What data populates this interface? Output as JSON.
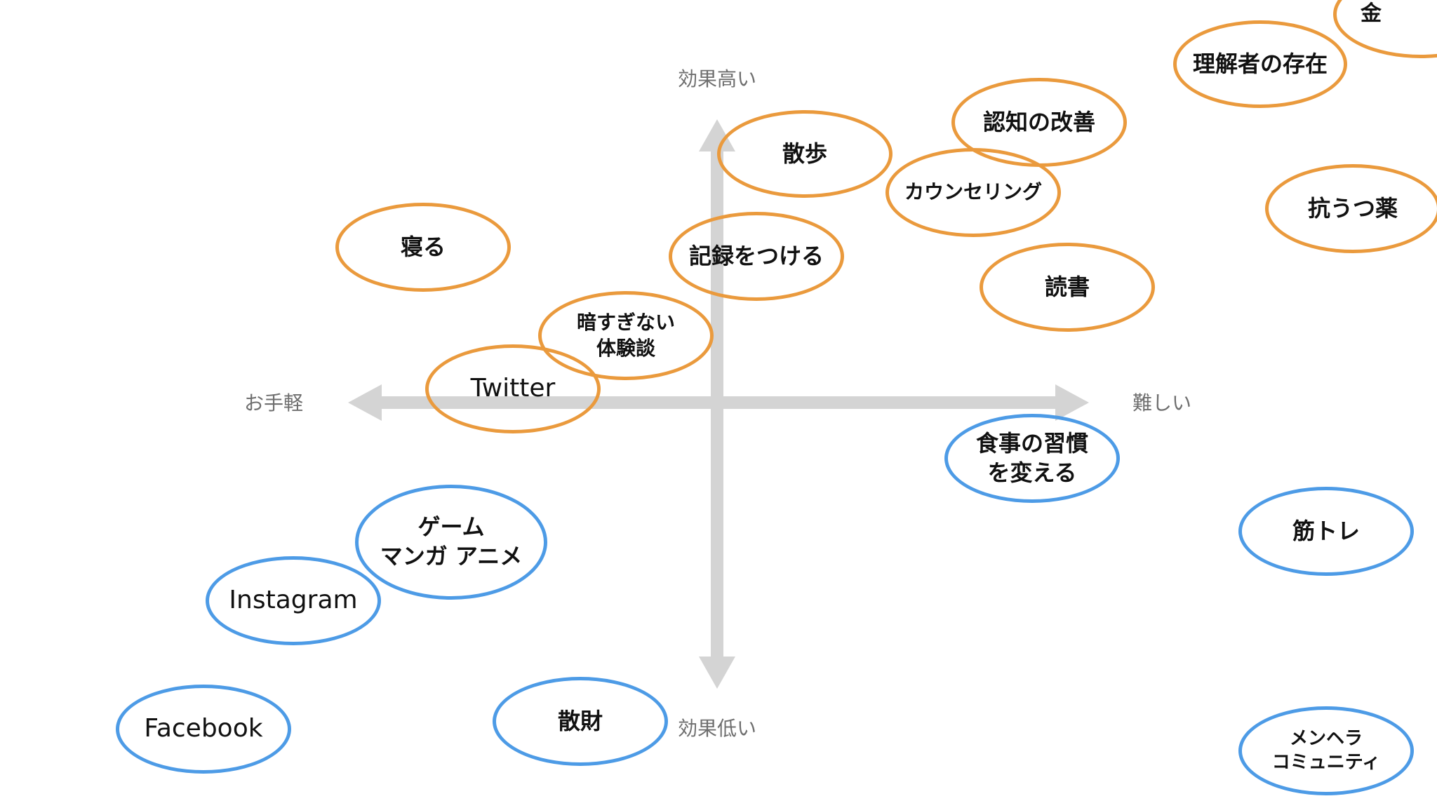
{
  "colors": {
    "orange": "#ea9a3d",
    "blue": "#4d9be6",
    "axis": "#d4d4d4",
    "label": "#6e6e6e"
  },
  "axes": {
    "top": "効果高い",
    "bottom": "効果低い",
    "left": "お手軽",
    "right": "難しい"
  },
  "items": [
    {
      "id": "kin",
      "lines": [
        "金"
      ],
      "color": "orange"
    },
    {
      "id": "rikaisha",
      "lines": [
        "理解者の存在"
      ],
      "color": "orange"
    },
    {
      "id": "ninchi",
      "lines": [
        "認知の改善"
      ],
      "color": "orange"
    },
    {
      "id": "sanpo",
      "lines": [
        "散歩"
      ],
      "color": "orange"
    },
    {
      "id": "counseling",
      "lines": [
        "カウンセリング"
      ],
      "color": "orange"
    },
    {
      "id": "kouutsu",
      "lines": [
        "抗うつ薬"
      ],
      "color": "orange"
    },
    {
      "id": "neru",
      "lines": [
        "寝る"
      ],
      "color": "orange"
    },
    {
      "id": "kiroku",
      "lines": [
        "記録をつける"
      ],
      "color": "orange"
    },
    {
      "id": "dokusho",
      "lines": [
        "読書"
      ],
      "color": "orange"
    },
    {
      "id": "taikendan",
      "lines": [
        "暗すぎない",
        "体験談"
      ],
      "color": "orange"
    },
    {
      "id": "twitter",
      "lines": [
        "Twitter"
      ],
      "color": "orange"
    },
    {
      "id": "shokuji",
      "lines": [
        "食事の習慣",
        "を変える"
      ],
      "color": "blue"
    },
    {
      "id": "kintore",
      "lines": [
        "筋トレ"
      ],
      "color": "blue"
    },
    {
      "id": "game",
      "lines": [
        "ゲーム",
        "マンガ アニメ"
      ],
      "color": "blue"
    },
    {
      "id": "instagram",
      "lines": [
        "Instagram"
      ],
      "color": "blue"
    },
    {
      "id": "facebook",
      "lines": [
        "Facebook"
      ],
      "color": "blue"
    },
    {
      "id": "sanzai",
      "lines": [
        "散財"
      ],
      "color": "blue"
    },
    {
      "id": "menhera",
      "lines": [
        "メンヘラ",
        "コミュニティ"
      ],
      "color": "blue"
    }
  ]
}
